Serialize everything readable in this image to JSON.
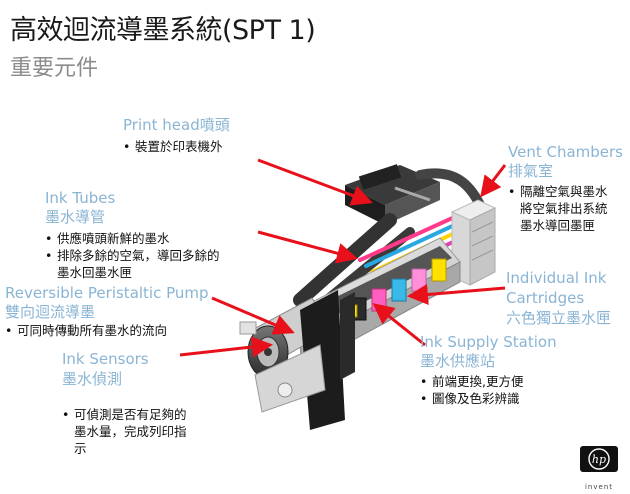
{
  "slide": {
    "title": "高效迴流導墨系統(SPT 1)",
    "subtitle": "重要元件"
  },
  "callouts": {
    "printhead": {
      "en": "Print head噴頭",
      "bullets": [
        "裝置於印表機外"
      ]
    },
    "ink_tubes": {
      "en": "Ink Tubes",
      "zh": "墨水導管",
      "bullets": [
        "供應噴頭新鮮的墨水",
        "排除多餘的空氣，導回多餘的",
        "墨水回墨水匣"
      ]
    },
    "pump": {
      "en": "Reversible Peristaltic Pump",
      "zh": "雙向迴流導墨",
      "bullets": [
        "可同時傳動所有墨水的流向"
      ]
    },
    "sensors": {
      "en": "Ink Sensors",
      "zh": "墨水偵測",
      "bullets": [
        "可偵測是否有足夠的",
        "墨水量，完成列印指",
        "示"
      ]
    },
    "vent": {
      "en": "Vent Chambers",
      "zh": "排氣室",
      "bullets": [
        "隔離空氣與墨水",
        "將空氣排出系統",
        "墨水導回墨匣"
      ]
    },
    "cartridges": {
      "en1": "Individual Ink",
      "en2": "Cartridges",
      "zh": "六色獨立墨水匣"
    },
    "supply": {
      "en": "Ink Supply Station",
      "zh": "墨水供應站",
      "bullets": [
        "前端更換,更方便",
        "圖像及色彩辨識"
      ]
    }
  },
  "logo": {
    "mark": "hp",
    "tagline": "invent"
  },
  "colors": {
    "label": "#8ab4d4",
    "arrow": "#e8101a",
    "cart": [
      "#2b2b2b",
      "#ff5fc0",
      "#3ab8e8",
      "#ff8fd8",
      "#ffe000",
      "#9a9a9a"
    ]
  }
}
